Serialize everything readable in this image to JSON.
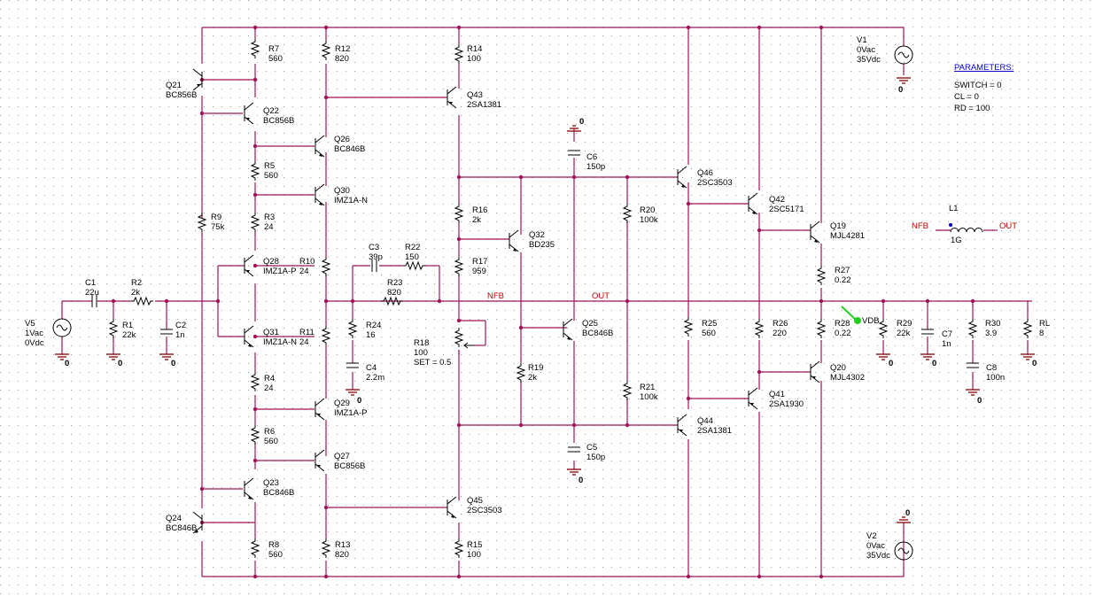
{
  "parameters": {
    "title": "PARAMETERS:",
    "lines": [
      "SWITCH = 0",
      "CL = 0",
      "RD = 100"
    ]
  },
  "components": [
    {
      "id": "R7",
      "refdes": "R7",
      "value": "560"
    },
    {
      "id": "R12",
      "refdes": "R12",
      "value": "820"
    },
    {
      "id": "R14",
      "refdes": "R14",
      "value": "100"
    },
    {
      "id": "Q21",
      "refdes": "Q21",
      "value": "BC856B"
    },
    {
      "id": "Q22",
      "refdes": "Q22",
      "value": "BC856B"
    },
    {
      "id": "Q43",
      "refdes": "Q43",
      "value": "2SA1381"
    },
    {
      "id": "Q26",
      "refdes": "Q26",
      "value": "BC846B"
    },
    {
      "id": "R5",
      "refdes": "R5",
      "value": "560"
    },
    {
      "id": "C6",
      "refdes": "C6",
      "value": "150p"
    },
    {
      "id": "Q46",
      "refdes": "Q46",
      "value": "2SC3503"
    },
    {
      "id": "Q30",
      "refdes": "Q30",
      "value": "IMZ1A-N"
    },
    {
      "id": "Q42",
      "refdes": "Q42",
      "value": "2SC5171"
    },
    {
      "id": "R9",
      "refdes": "R9",
      "value": "75k"
    },
    {
      "id": "R3",
      "refdes": "R3",
      "value": "24"
    },
    {
      "id": "R16",
      "refdes": "R16",
      "value": "2k"
    },
    {
      "id": "R20",
      "refdes": "R20",
      "value": "100k"
    },
    {
      "id": "Q19",
      "refdes": "Q19",
      "value": "MJL4281"
    },
    {
      "id": "Q32",
      "refdes": "Q32",
      "value": "BD235"
    },
    {
      "id": "C3",
      "refdes": "C3",
      "value": "39p"
    },
    {
      "id": "R22",
      "refdes": "R22",
      "value": "150"
    },
    {
      "id": "Q28",
      "refdes": "Q28",
      "value": "IMZ1A-P"
    },
    {
      "id": "R10",
      "refdes": "R10",
      "value": "24"
    },
    {
      "id": "R17",
      "refdes": "R17",
      "value": "959"
    },
    {
      "id": "R27",
      "refdes": "R27",
      "value": "0.22"
    },
    {
      "id": "C1",
      "refdes": "C1",
      "value": "22u"
    },
    {
      "id": "R2",
      "refdes": "R2",
      "value": "2k"
    },
    {
      "id": "R23",
      "refdes": "R23",
      "value": "820"
    },
    {
      "id": "V5",
      "refdes": "V5",
      "value": "1Vac",
      "extra": "0Vdc"
    },
    {
      "id": "R1",
      "refdes": "R1",
      "value": "22k"
    },
    {
      "id": "C2",
      "refdes": "C2",
      "value": "1n"
    },
    {
      "id": "Q31",
      "refdes": "Q31",
      "value": "IMZ1A-N"
    },
    {
      "id": "R11",
      "refdes": "R11",
      "value": "24"
    },
    {
      "id": "R24",
      "refdes": "R24",
      "value": "16"
    },
    {
      "id": "R18",
      "refdes": "R18",
      "value": "100",
      "extra": "SET = 0.5"
    },
    {
      "id": "Q25",
      "refdes": "Q25",
      "value": "BC846B"
    },
    {
      "id": "R25",
      "refdes": "R25",
      "value": "560"
    },
    {
      "id": "R26",
      "refdes": "R26",
      "value": "220"
    },
    {
      "id": "R28",
      "refdes": "R28",
      "value": "0.22"
    },
    {
      "id": "R29",
      "refdes": "R29",
      "value": "22k"
    },
    {
      "id": "C7",
      "refdes": "C7",
      "value": "1n"
    },
    {
      "id": "R30",
      "refdes": "R30",
      "value": "3.9"
    },
    {
      "id": "RL",
      "refdes": "RL",
      "value": "8"
    },
    {
      "id": "C4",
      "refdes": "C4",
      "value": "2.2m"
    },
    {
      "id": "R19",
      "refdes": "R19",
      "value": "2k"
    },
    {
      "id": "R4",
      "refdes": "R4",
      "value": "24"
    },
    {
      "id": "Q20",
      "refdes": "Q20",
      "value": "MJL4302"
    },
    {
      "id": "C8",
      "refdes": "C8",
      "value": "100n"
    },
    {
      "id": "R21",
      "refdes": "R21",
      "value": "100k"
    },
    {
      "id": "Q41",
      "refdes": "Q41",
      "value": "2SA1930"
    },
    {
      "id": "Q29",
      "refdes": "Q29",
      "value": "IMZ1A-P"
    },
    {
      "id": "Q44",
      "refdes": "Q44",
      "value": "2SA1381"
    },
    {
      "id": "R6",
      "refdes": "R6",
      "value": "560"
    },
    {
      "id": "Q27",
      "refdes": "Q27",
      "value": "BC856B"
    },
    {
      "id": "C5",
      "refdes": "C5",
      "value": "150p"
    },
    {
      "id": "Q23",
      "refdes": "Q23",
      "value": "BC846B"
    },
    {
      "id": "Q45",
      "refdes": "Q45",
      "value": "2SC3503"
    },
    {
      "id": "Q24",
      "refdes": "Q24",
      "value": "BC846B"
    },
    {
      "id": "R8",
      "refdes": "R8",
      "value": "560"
    },
    {
      "id": "R13",
      "refdes": "R13",
      "value": "820"
    },
    {
      "id": "R15",
      "refdes": "R15",
      "value": "100"
    },
    {
      "id": "V1",
      "refdes": "V1",
      "value": "0Vac",
      "extra": "35Vdc"
    },
    {
      "id": "V2",
      "refdes": "V2",
      "value": "0Vac",
      "extra": "35Vdc"
    },
    {
      "id": "L1",
      "refdes": "L1",
      "value": "1G"
    }
  ],
  "net_labels": {
    "nfb1": "NFB",
    "out1": "OUT",
    "nfb2": "NFB",
    "out2": "OUT"
  },
  "grounds": {
    "g_v5": "0",
    "g_r1": "0",
    "g_c2": "0",
    "g_c4": "0",
    "g_c6": "0",
    "g_c5": "0",
    "g_v1": "0",
    "g_v2": "0",
    "g_r29": "0",
    "g_c7": "0",
    "g_c8": "0",
    "g_rl": "0"
  },
  "probe": {
    "label": "VDB"
  },
  "colors": {
    "wire": "#a0145a",
    "net_label": "#cc0000",
    "parameters_title": "#0000c8",
    "probe": "#22cc22"
  }
}
